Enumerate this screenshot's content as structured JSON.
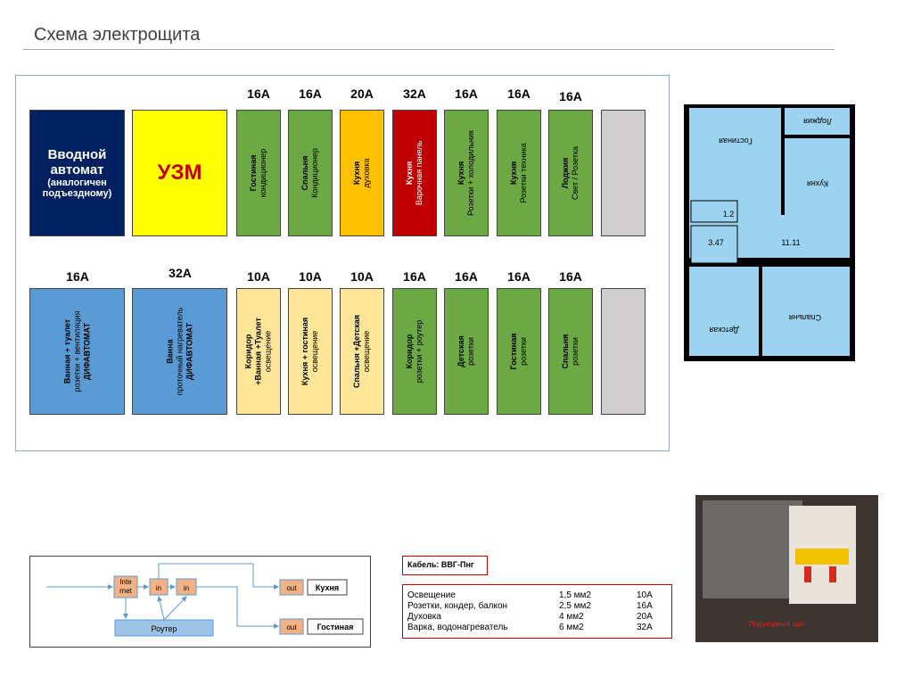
{
  "title": "Схема электрощита",
  "top_row": {
    "main_breaker": {
      "line1": "Вводной",
      "line2": "автомат",
      "line3": "(аналогичен",
      "line4": "подъездному)"
    },
    "uzm": "УЗМ",
    "breakers": [
      {
        "amp": "16А",
        "room": "Гостиная",
        "note": "кондиционер"
      },
      {
        "amp": "16А",
        "room": "Спальня",
        "note": "Кондиционер"
      },
      {
        "amp": "20А",
        "room": "Кухня",
        "note": "духовка"
      },
      {
        "amp": "32А",
        "room": "Кухня",
        "note": "Варочная панель"
      },
      {
        "amp": "16А",
        "room": "Кухня",
        "note": "Розетки + холодильник"
      },
      {
        "amp": "16А",
        "room": "Кухня",
        "note": "Розетки техника"
      },
      {
        "amp": "16А",
        "room": "Лоджия",
        "note": "Свет / Розетка"
      }
    ]
  },
  "bottom_row": {
    "difs": [
      {
        "amp": "16А",
        "room": "Ванная + туалет",
        "note": "розетки + вентиляция",
        "type": "ДИФАВТОМАТ"
      },
      {
        "amp": "32А",
        "room": "Ванна",
        "note": "проточный нагреватель",
        "type": "ДИФАВТОМАТ"
      }
    ],
    "breakers": [
      {
        "amp": "10А",
        "room": "Коридор",
        "room2": "+Ванная +Туалет",
        "note": "освещение"
      },
      {
        "amp": "10А",
        "room": "Кухня + гостиная",
        "note": "освещение"
      },
      {
        "amp": "10А",
        "room": "Спальня +Детская",
        "note": "освещение"
      },
      {
        "amp": "16А",
        "room": "Коридор",
        "note": "розетки + роутер"
      },
      {
        "amp": "16А",
        "room": "Детская",
        "note": "розетки"
      },
      {
        "amp": "16А",
        "room": "Гостиная",
        "note": "розетки"
      },
      {
        "amp": "16А",
        "room": "Спальня",
        "note": "розетки"
      }
    ]
  },
  "floorplan": {
    "rooms": [
      "Гостиная",
      "Лоджия",
      "Кухня",
      "Детская",
      "Спальня"
    ],
    "areas": [
      "1.2",
      "3.47",
      "11.11"
    ]
  },
  "network": {
    "internet": "Inte\nrnet",
    "in": "in",
    "router": "Роутер",
    "out": "out",
    "kitchen": "Кухня",
    "living": "Гостиная"
  },
  "cable": {
    "label": "Кабель: ВВГ-Пнг",
    "rows": [
      {
        "use": "Освещение",
        "section": "1,5 мм2",
        "amp": "10А"
      },
      {
        "use": "Розетки, кондер, балкон",
        "section": "2,5 мм2",
        "amp": "16А"
      },
      {
        "use": "Духовка",
        "section": "4 мм2",
        "amp": "20А"
      },
      {
        "use": "Варка, водонагреватель",
        "section": "6 мм2",
        "amp": "32А"
      }
    ]
  },
  "photo": {
    "caption": "Подъездный щит"
  }
}
